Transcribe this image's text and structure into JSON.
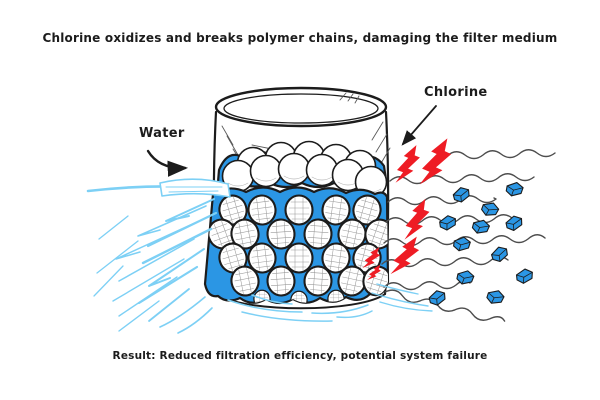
{
  "title": "Chlorine oxidizes and breaks polymer chains, damaging the filter medium",
  "result_caption": "Result: Reduced filtration efficiency, potential system failure",
  "labels": {
    "water": "Water",
    "chlorine": "Chlorine"
  },
  "colors": {
    "ink": "#1c1c1c",
    "filter_blue": "#2b96e4",
    "water_blue": "#7dd0f5",
    "chlorine_red": "#ee1c24",
    "squiggle_gray": "#4d4d4d",
    "glass_hatch_gray": "#5a5a5a",
    "background": "#ffffff"
  }
}
